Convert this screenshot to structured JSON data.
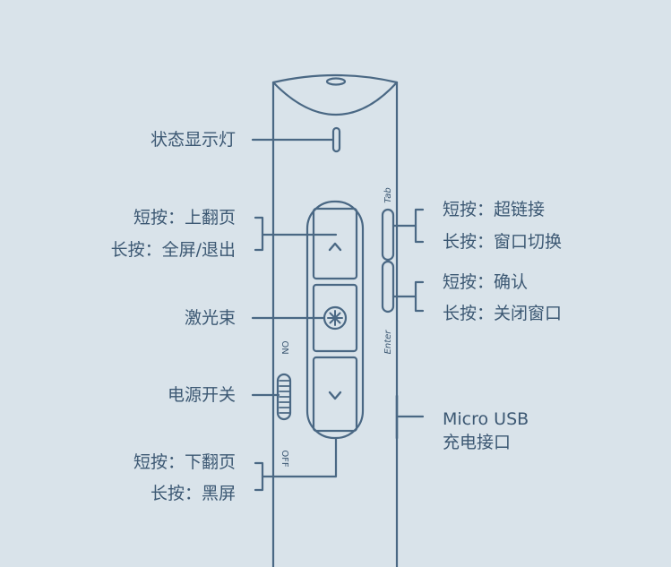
{
  "labels": {
    "status_light": "状态显示灯",
    "up_short": "短按：上翻页",
    "up_long": "长按：全屏/退出",
    "laser": "激光束",
    "power": "电源开关",
    "down_short": "短按：下翻页",
    "down_long": "长按：黑屏",
    "tab_short": "短按：超链接",
    "tab_long": "长按：窗口切换",
    "enter_short": "短按：确认",
    "enter_long": "长按：关闭窗口",
    "usb_line1": "Micro USB",
    "usb_line2": "充电接口"
  },
  "device_text": {
    "tab": "Tab",
    "enter": "Enter",
    "on": "ON",
    "off": "OFF"
  },
  "icons": {
    "up_button": "chevron-up-icon",
    "laser_button": "laser-star-icon",
    "down_button": "chevron-down-icon"
  },
  "colors": {
    "background": "#d9e3ea",
    "stroke": "#4a6884",
    "text": "#3c5873"
  }
}
